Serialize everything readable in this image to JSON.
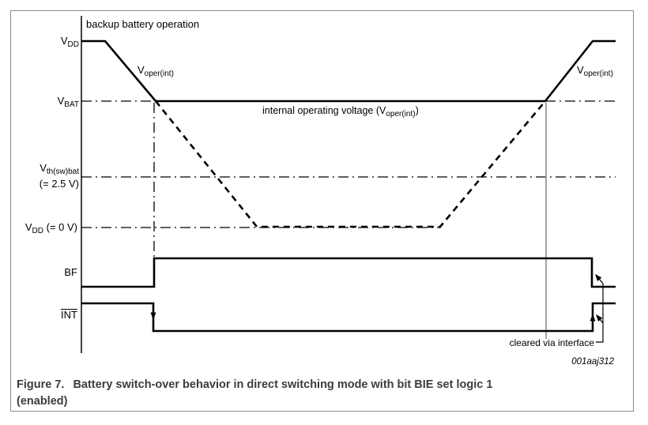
{
  "figure": {
    "top_note": "backup battery operation",
    "drawing_id": "001aaj312",
    "caption": {
      "label": "Figure 7.",
      "line1": "Battery switch-over behavior in direct switching mode with bit BIE set logic 1",
      "line2": "(enabled)"
    }
  },
  "labels": {
    "vdd": {
      "main": "V",
      "sub": "DD"
    },
    "voper_left": {
      "main": "V",
      "sub": "oper(int)"
    },
    "vbat": {
      "main": "V",
      "sub": "BAT"
    },
    "internal_voltage": {
      "prefix": "internal operating voltage (V",
      "sub": "oper(int)",
      "suffix": ")"
    },
    "vth": {
      "main": "V",
      "sub": "th(sw)bat",
      "note": "(= 2.5 V)"
    },
    "vdd_zero": {
      "main": "V",
      "sub": "DD",
      "suffix": " (= 0 V)"
    },
    "bf": "BF",
    "int": "INT",
    "voper_right": {
      "main": "V",
      "sub": "oper(int)"
    },
    "cleared_note": "cleared via interface"
  },
  "colors": {
    "waveform_line": "#000000",
    "reference_line": "#000000",
    "event_marker_line": "#868686",
    "figure_border": "#8c8c8c",
    "caption_text": "#3c3c3c"
  }
}
